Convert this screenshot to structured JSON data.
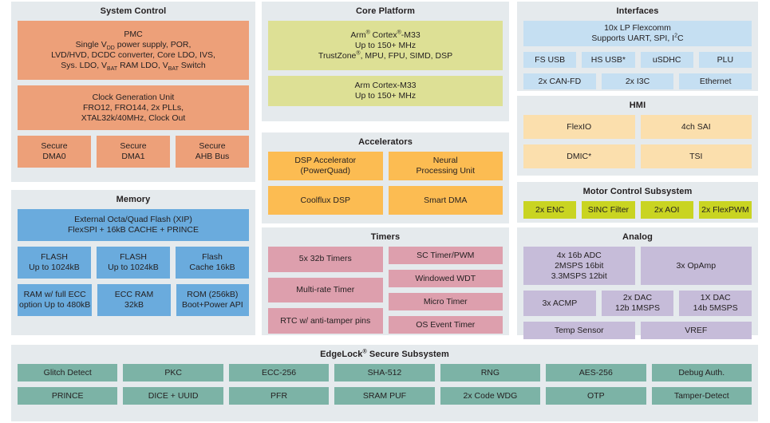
{
  "diagram": {
    "palette": {
      "panel_bg": "#e5eaed",
      "system_control": "#eda079",
      "memory": "#6aabdd",
      "core_platform": "#dde095",
      "accelerators": "#fcbc52",
      "timers": "#dd9fad",
      "interfaces": "#c5dff2",
      "hmi": "#fbdfad",
      "motor_control": "#c9d422",
      "analog": "#c6bcd9",
      "edgelock": "#7cb3a6"
    }
  },
  "system_control": {
    "title": "System Control",
    "pmc": {
      "line1": "PMC",
      "line2_a": "Single V",
      "line2_sub": "DD",
      "line2_b": " power supply, POR,",
      "line3": "LVD/HVD, DCDC converter, Core LDO, IVS,",
      "line4_a": "Sys. LDO, V",
      "line4_sub1": "BAT",
      "line4_b": " RAM LDO, V",
      "line4_sub2": "BAT",
      "line4_c": " Switch"
    },
    "cgu": {
      "line1": "Clock Generation Unit",
      "line2": "FRO12, FRO144, 2x PLLs,",
      "line3": "XTAL32k/40MHz, Clock Out"
    },
    "secure": [
      {
        "line1": "Secure",
        "line2": "DMA0"
      },
      {
        "line1": "Secure",
        "line2": "DMA1"
      },
      {
        "line1": "Secure",
        "line2": "AHB Bus"
      }
    ]
  },
  "memory": {
    "title": "Memory",
    "xip": {
      "line1": "External Octa/Quad Flash (XIP)",
      "line2": "FlexSPI + 16kB CACHE + PRINCE"
    },
    "row1": [
      {
        "line1": "FLASH",
        "line2": "Up to 1024kB"
      },
      {
        "line1": "FLASH",
        "line2": "Up to 1024kB"
      },
      {
        "line1": "Flash",
        "line2": "Cache 16kB"
      }
    ],
    "row2": [
      {
        "line1": "RAM w/ full ECC",
        "line2": "option Up to 480kB"
      },
      {
        "line1": "ECC RAM",
        "line2": "32kB"
      },
      {
        "line1": "ROM (256kB)",
        "line2": "Boot+Power API"
      }
    ]
  },
  "core_platform": {
    "title": "Core Platform",
    "core1": {
      "line1_a": "Arm",
      "line1_sup1": "®",
      "line1_b": " Cortex",
      "line1_sup2": "®",
      "line1_c": "-M33",
      "line2": "Up to 150+  MHz",
      "line3_a": "TrustZone",
      "line3_sup": "®",
      "line3_b": ", MPU, FPU, SIMD, DSP"
    },
    "core2": {
      "line1": "Arm Cortex-M33",
      "line2": "Up to 150+  MHz"
    }
  },
  "accelerators": {
    "title": "Accelerators",
    "row1": [
      {
        "line1": "DSP Accelerator",
        "line2": "(PowerQuad)"
      },
      {
        "line1": "Neural",
        "line2": "Processing Unit"
      }
    ],
    "row2": [
      {
        "line1": "Coolflux DSP",
        "line2": ""
      },
      {
        "line1": "Smart DMA",
        "line2": ""
      }
    ]
  },
  "timers": {
    "title": "Timers",
    "left": [
      "5x 32b Timers",
      "Multi-rate Timer",
      "RTC w/ anti-tamper pins"
    ],
    "right": [
      "SC Timer/PWM",
      "Windowed WDT",
      "Micro Timer",
      "OS Event Timer"
    ]
  },
  "interfaces": {
    "title": "Interfaces",
    "flexcomm": {
      "line1": "10x LP Flexcomm",
      "line2_a": "Supports UART, SPI, I",
      "line2_sup": "2",
      "line2_b": "C"
    },
    "row1": [
      "FS USB",
      "HS USB*",
      "uSDHC",
      "PLU"
    ],
    "row2": [
      "2x CAN-FD",
      "2x I3C",
      "Ethernet"
    ]
  },
  "hmi": {
    "title": "HMI",
    "row1": [
      "FlexIO",
      "4ch SAI"
    ],
    "row2": [
      "DMIC*",
      "TSI"
    ]
  },
  "motor_control": {
    "title": "Motor Control Subsystem",
    "row1": [
      "2x ENC",
      "SINC Filter",
      "2x AOI",
      "2x FlexPWM"
    ]
  },
  "analog": {
    "title": "Analog",
    "adc": {
      "line1": "4x 16b ADC",
      "line2": "2MSPS 16bit",
      "line3": "3.3MSPS 12bit"
    },
    "opamp": {
      "line1": "3x OpAmp"
    },
    "row2": [
      {
        "line1": "3x ACMP",
        "line2": ""
      },
      {
        "line1": "2x DAC",
        "line2": "12b 1MSPS"
      },
      {
        "line1": "1X DAC",
        "line2": "14b 5MSPS"
      }
    ],
    "row3": [
      "Temp Sensor",
      "VREF"
    ]
  },
  "edgelock": {
    "title_a": "EdgeLock",
    "title_sup": "®",
    "title_b": " Secure Subsystem",
    "row1": [
      "Glitch Detect",
      "PKC",
      "ECC-256",
      "SHA-512",
      "RNG",
      "AES-256",
      "Debug Auth."
    ],
    "row2": [
      "PRINCE",
      "DICE + UUID",
      "PFR",
      "SRAM PUF",
      "2x Code WDG",
      "OTP",
      "Tamper-Detect"
    ]
  }
}
